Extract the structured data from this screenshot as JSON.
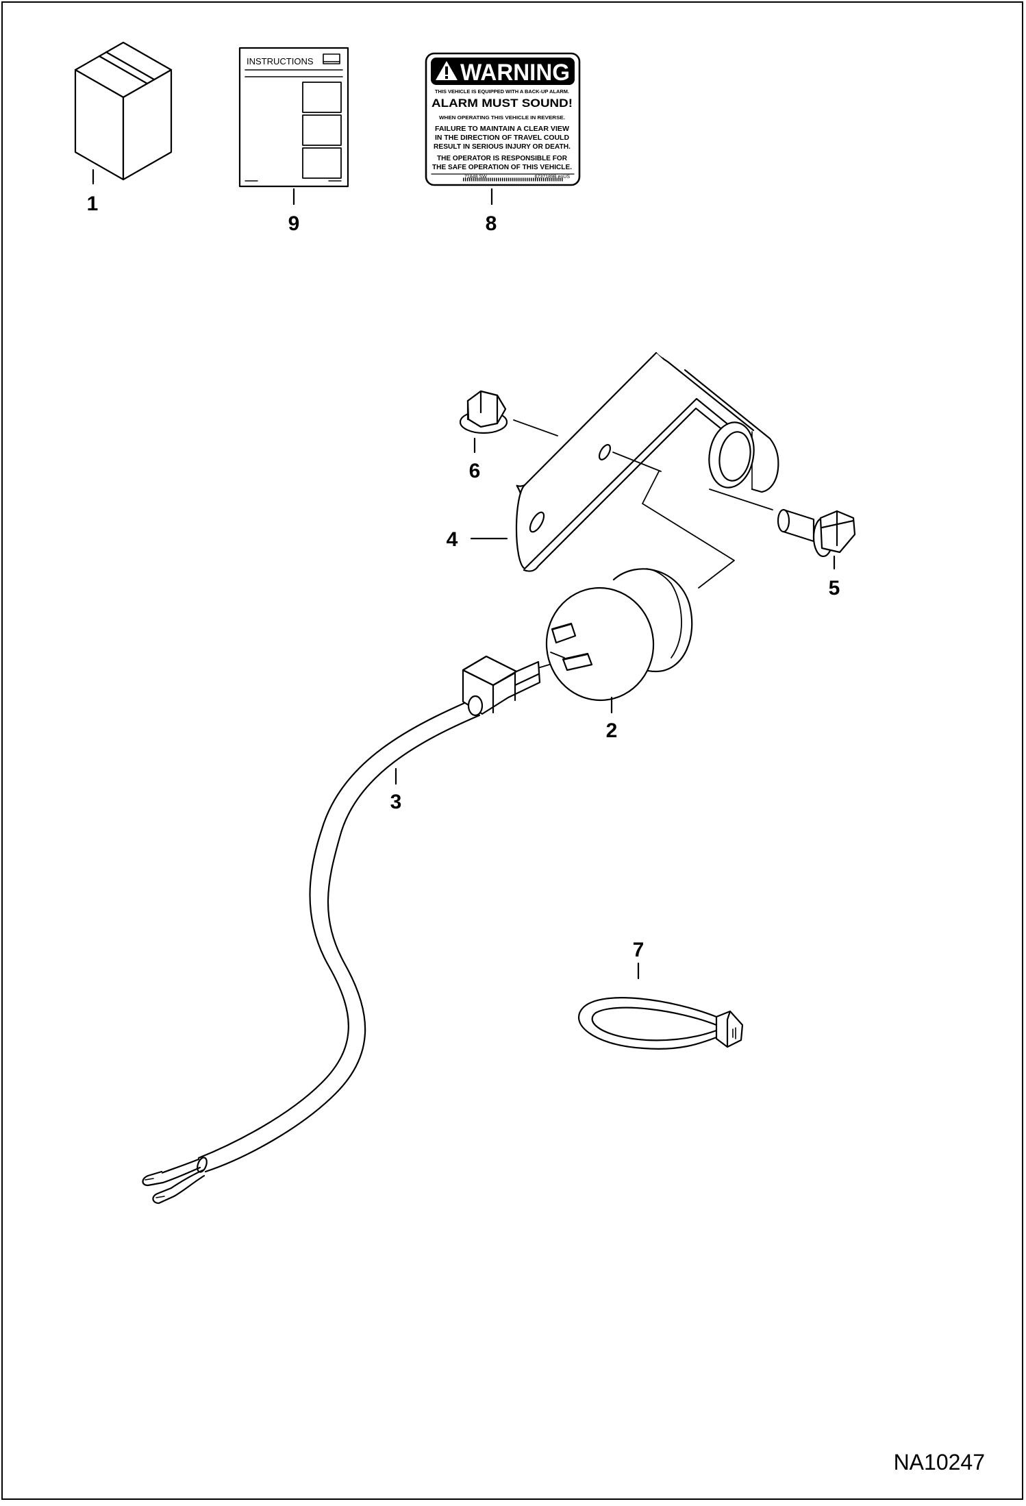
{
  "callouts": {
    "c1": "1",
    "c2": "2",
    "c3": "3",
    "c4": "4",
    "c5": "5",
    "c6": "6",
    "c7": "7",
    "c8": "8",
    "c9": "9"
  },
  "instructions": {
    "title": "INSTRUCTIONS"
  },
  "warning_decal": {
    "header": "WARNING",
    "line1": "THIS VEHICLE IS EQUIPPED WITH A BACK-UP ALARM.",
    "line2": "ALARM MUST SOUND!",
    "line3": "WHEN OPERATING THIS VEHICLE IN REVERSE.",
    "line4": "FAILURE TO MAINTAIN A CLEAR VIEW",
    "line5": "IN THE DIRECTION OF TRAVEL COULD",
    "line6": "RESULT IN SERIOUS INJURY OR DEATH.",
    "line7": "THE OPERATOR IS RESPONSIBLE FOR",
    "line8": "THE SAFE OPERATION OF THIS VEHICLE.",
    "code_left": "71848 SW",
    "code_right": "6737189B enUS"
  },
  "figure_ref": "NA10247"
}
